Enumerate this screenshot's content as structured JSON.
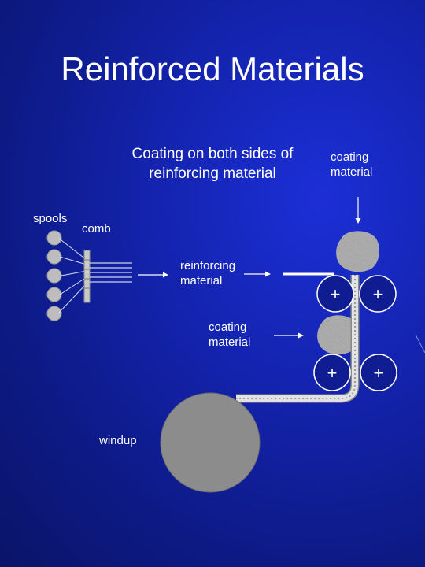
{
  "title": "Reinforced Materials",
  "subtitle": "Coating on both sides of reinforcing material",
  "labels": {
    "spools": "spools",
    "comb": "comb",
    "reinforcing_material": "reinforcing material",
    "coating_top": "coating material",
    "coating_mid": "coating material",
    "windup": "windup"
  },
  "roller_glyph": "+",
  "colors": {
    "background": "#1424b0",
    "spool": "#bdbdbd",
    "windup": "#8c8c8c",
    "line": "#ffffff",
    "coating": "#b8b8b8"
  }
}
